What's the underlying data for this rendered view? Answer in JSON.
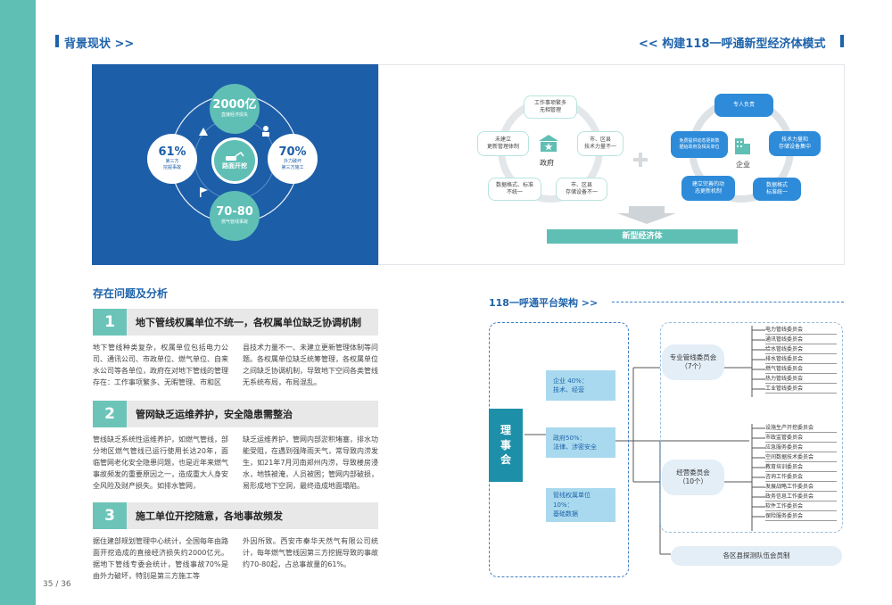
{
  "page_number": "35 / 36",
  "header_left": "背景现状 >>",
  "header_right": "<< 构建118一呼通新型经济体模式",
  "wheel": {
    "top_value": "2000亿",
    "top_label": "直接经济损失",
    "left_value": "61%",
    "left_label": "第三方\n挖掘事故",
    "right_value": "70%",
    "right_label": "外力破坏\n第三方施工",
    "bottom_value": "70-80",
    "bottom_label": "燃气管线事故",
    "center_label": "路面开挖"
  },
  "gov": {
    "boxes": [
      "工作事项繁多\n无相管理",
      "未建立\n更新管理体制",
      "市、区县\n技术力量不一",
      "数据格式、标准\n不统一",
      "市、区县\n存储设备不一"
    ],
    "label": "政府"
  },
  "ent": {
    "boxes": [
      "专人负责",
      "免费提供动态更新数\n据给政府及相关单位",
      "技术力量和\n存储设备集中",
      "建立完善的动\n态更新机制",
      "数据格式\n标准统一"
    ],
    "label": "企业"
  },
  "result_label": "新型经济体",
  "problems_title": "存在问题及分析",
  "problems": [
    {
      "num": "1",
      "title": "地下管线权属单位不统一，各权属单位缺乏协调机制",
      "col1": "地下管线种类复杂，权属单位包括电力公司、通讯公司、市政单位、燃气单位、自来水公司等各单位，政府在对地下管线的管理存在：工作事项繁多、无暇管理、市和区",
      "col2": "县技术力量不一、未建立更新管理体制等问题。各权属单位缺乏统筹管理，各权属单位之间缺乏协调机制，导致地下空间各类管线无系统布局，布局混乱。"
    },
    {
      "num": "2",
      "title": "管网缺乏运维养护，安全隐患需整治",
      "col1": "管线缺乏系统性运维养护，如燃气管线，部分地区燃气管线已运行使用长达20年，面临管网老化安全隐患问题，也是近年来燃气事故频发的重要原因之一，造成重大人身安全风险及财产损失。如排水管网，",
      "col2": "缺乏运维养护，管网内部淤积堵塞，排水功能受阻，在遇到强降雨天气，常导致内涝发生，如21年7月河南郑州内涝，导致楼房浸水，地铁被淹，人员被困；管网内部破损，易形成地下空洞，最终造成地面塌陷。"
    },
    {
      "num": "3",
      "title": "施工单位开挖随意，各地事故频发",
      "col1": "据住建部规划管理中心统计，全国每年由路面开挖造成的直接经济损失约2000亿元。据地下管线专委会统计，管线事故70%是由外力破坏，特别是第三方施工等",
      "col2": "外因所致。西安市秦华天然气有限公司统计，每年燃气管线因第三方挖掘导致的事故约70-80起，占总事故量的61%。"
    }
  ],
  "arch": {
    "title": "118一呼通平台架构 >>",
    "council": "理\n事\n会",
    "left_boxes": [
      "企业 40%：\n技术、经营",
      "政府50%：\n法律、涉密安全",
      "管线权属单位10%：\n基础数据"
    ],
    "committee1": {
      "name": "专业管线委员会",
      "count": "（7个）",
      "items": [
        "电力管线委员会",
        "通讯管线委员会",
        "给水管线委员会",
        "排水管线委员会",
        "燃气管线委员会",
        "热力管线委员会",
        "工业管线委员会"
      ]
    },
    "committee2": {
      "name": "经营委员会",
      "count": "（10个）",
      "items": [
        "设施生产开挖委员会",
        "市政监管委员会",
        "应急服务委员会",
        "空间数据技术委员会",
        "教育培训委员会",
        "咨询工作委员会",
        "发展战略工作委员会",
        "政务信息工作委员会",
        "软件工作委员会",
        "保险服务委员会"
      ]
    },
    "bottom": "各区县探测队伍会员制"
  }
}
